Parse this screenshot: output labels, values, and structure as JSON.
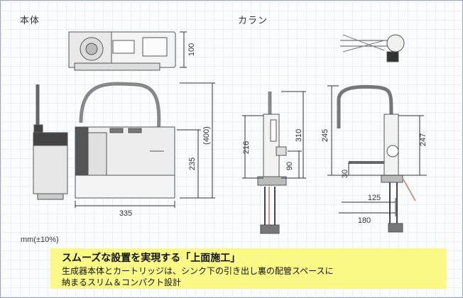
{
  "labels": {
    "main_unit": "本体",
    "faucet": "カラン"
  },
  "dimensions": {
    "unit_height": "100",
    "height_paren": "(400)",
    "height_235": "235",
    "width_335": "335",
    "left_216": "216",
    "left_310": "310",
    "left_90": "90",
    "right_245": "245",
    "right_247": "247",
    "right_30": "30",
    "right_125": "125",
    "right_180": "180"
  },
  "unit_note": "mm(±10%)",
  "caption": {
    "title": "スムーズな設置を実現する「上面施工」",
    "line1": "生成器本体とカートリッジは、シンク下の引き出し裏の配管スペースに",
    "line2": "納まるスリム＆コンパクト設計"
  }
}
